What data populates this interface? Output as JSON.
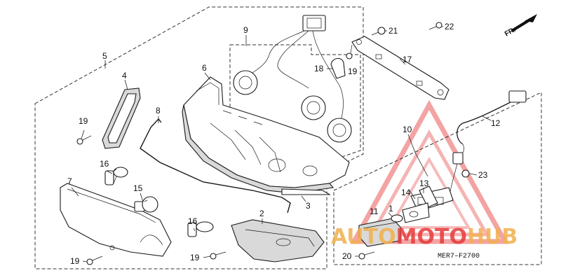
{
  "callouts": {
    "c1": "1",
    "c2": "2",
    "c3": "3",
    "c4": "4",
    "c5": "5",
    "c6": "6",
    "c7": "7",
    "c8": "8",
    "c9": "9",
    "c10": "10",
    "c11": "11",
    "c12": "12",
    "c13": "13",
    "c14": "14",
    "c15": "15",
    "c16a": "16",
    "c16b": "16",
    "c17": "17",
    "c18": "18",
    "c19a": "19",
    "c19b": "19",
    "c19c": "19",
    "c19d": "19",
    "c20": "20",
    "c21": "21",
    "c22": "22",
    "c23": "23"
  },
  "direction_label": "FR.",
  "diagram_code": "MER7–F2700",
  "watermark": {
    "text_a": "AUTO",
    "text_b": "MOTO",
    "text_c": "HUB",
    "color_red": "#e63a3a",
    "color_amber": "#f2b04c"
  }
}
